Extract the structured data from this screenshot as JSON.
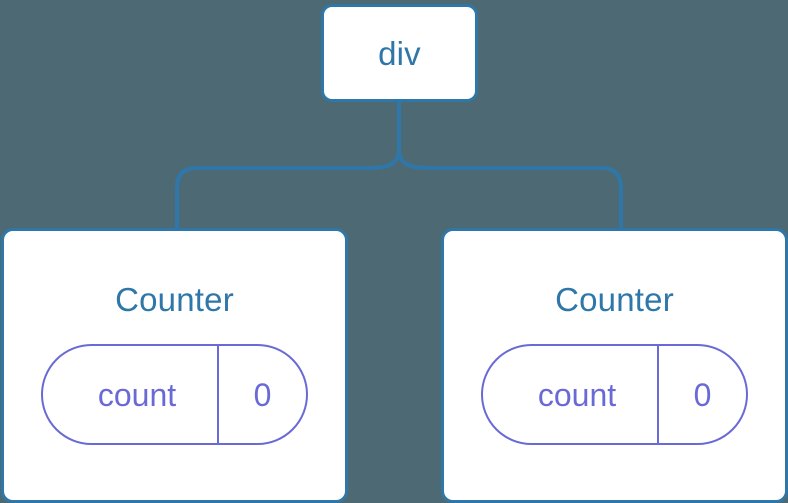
{
  "diagram": {
    "type": "component-tree",
    "background_color": "#4d6a74",
    "node_border_color": "#2e77a8",
    "node_fill_color": "#ffffff",
    "connector_color": "#2e77a8",
    "state_accent_color": "#6a6ad6",
    "root": {
      "label": "div"
    },
    "children": [
      {
        "title": "Counter",
        "state": {
          "key": "count",
          "value": "0"
        }
      },
      {
        "title": "Counter",
        "state": {
          "key": "count",
          "value": "0"
        }
      }
    ]
  }
}
